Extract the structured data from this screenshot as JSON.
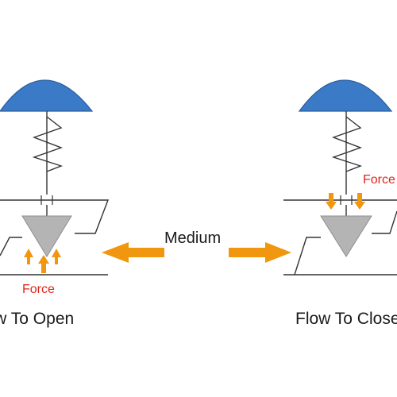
{
  "labels": {
    "medium": "Medium",
    "force_left": "Force",
    "force_right": "Force",
    "caption_left": "Flow To Open",
    "caption_right": "Flow To Close"
  },
  "colors": {
    "dome": "#3a7ac7",
    "dome_stroke": "#2c5f9e",
    "plug": "#b4b4b4",
    "plug_stroke": "#8f8f8f",
    "arrow": "#f0960f",
    "force_text": "#e1251b",
    "line": "#333333",
    "text": "#1a1a1a"
  }
}
